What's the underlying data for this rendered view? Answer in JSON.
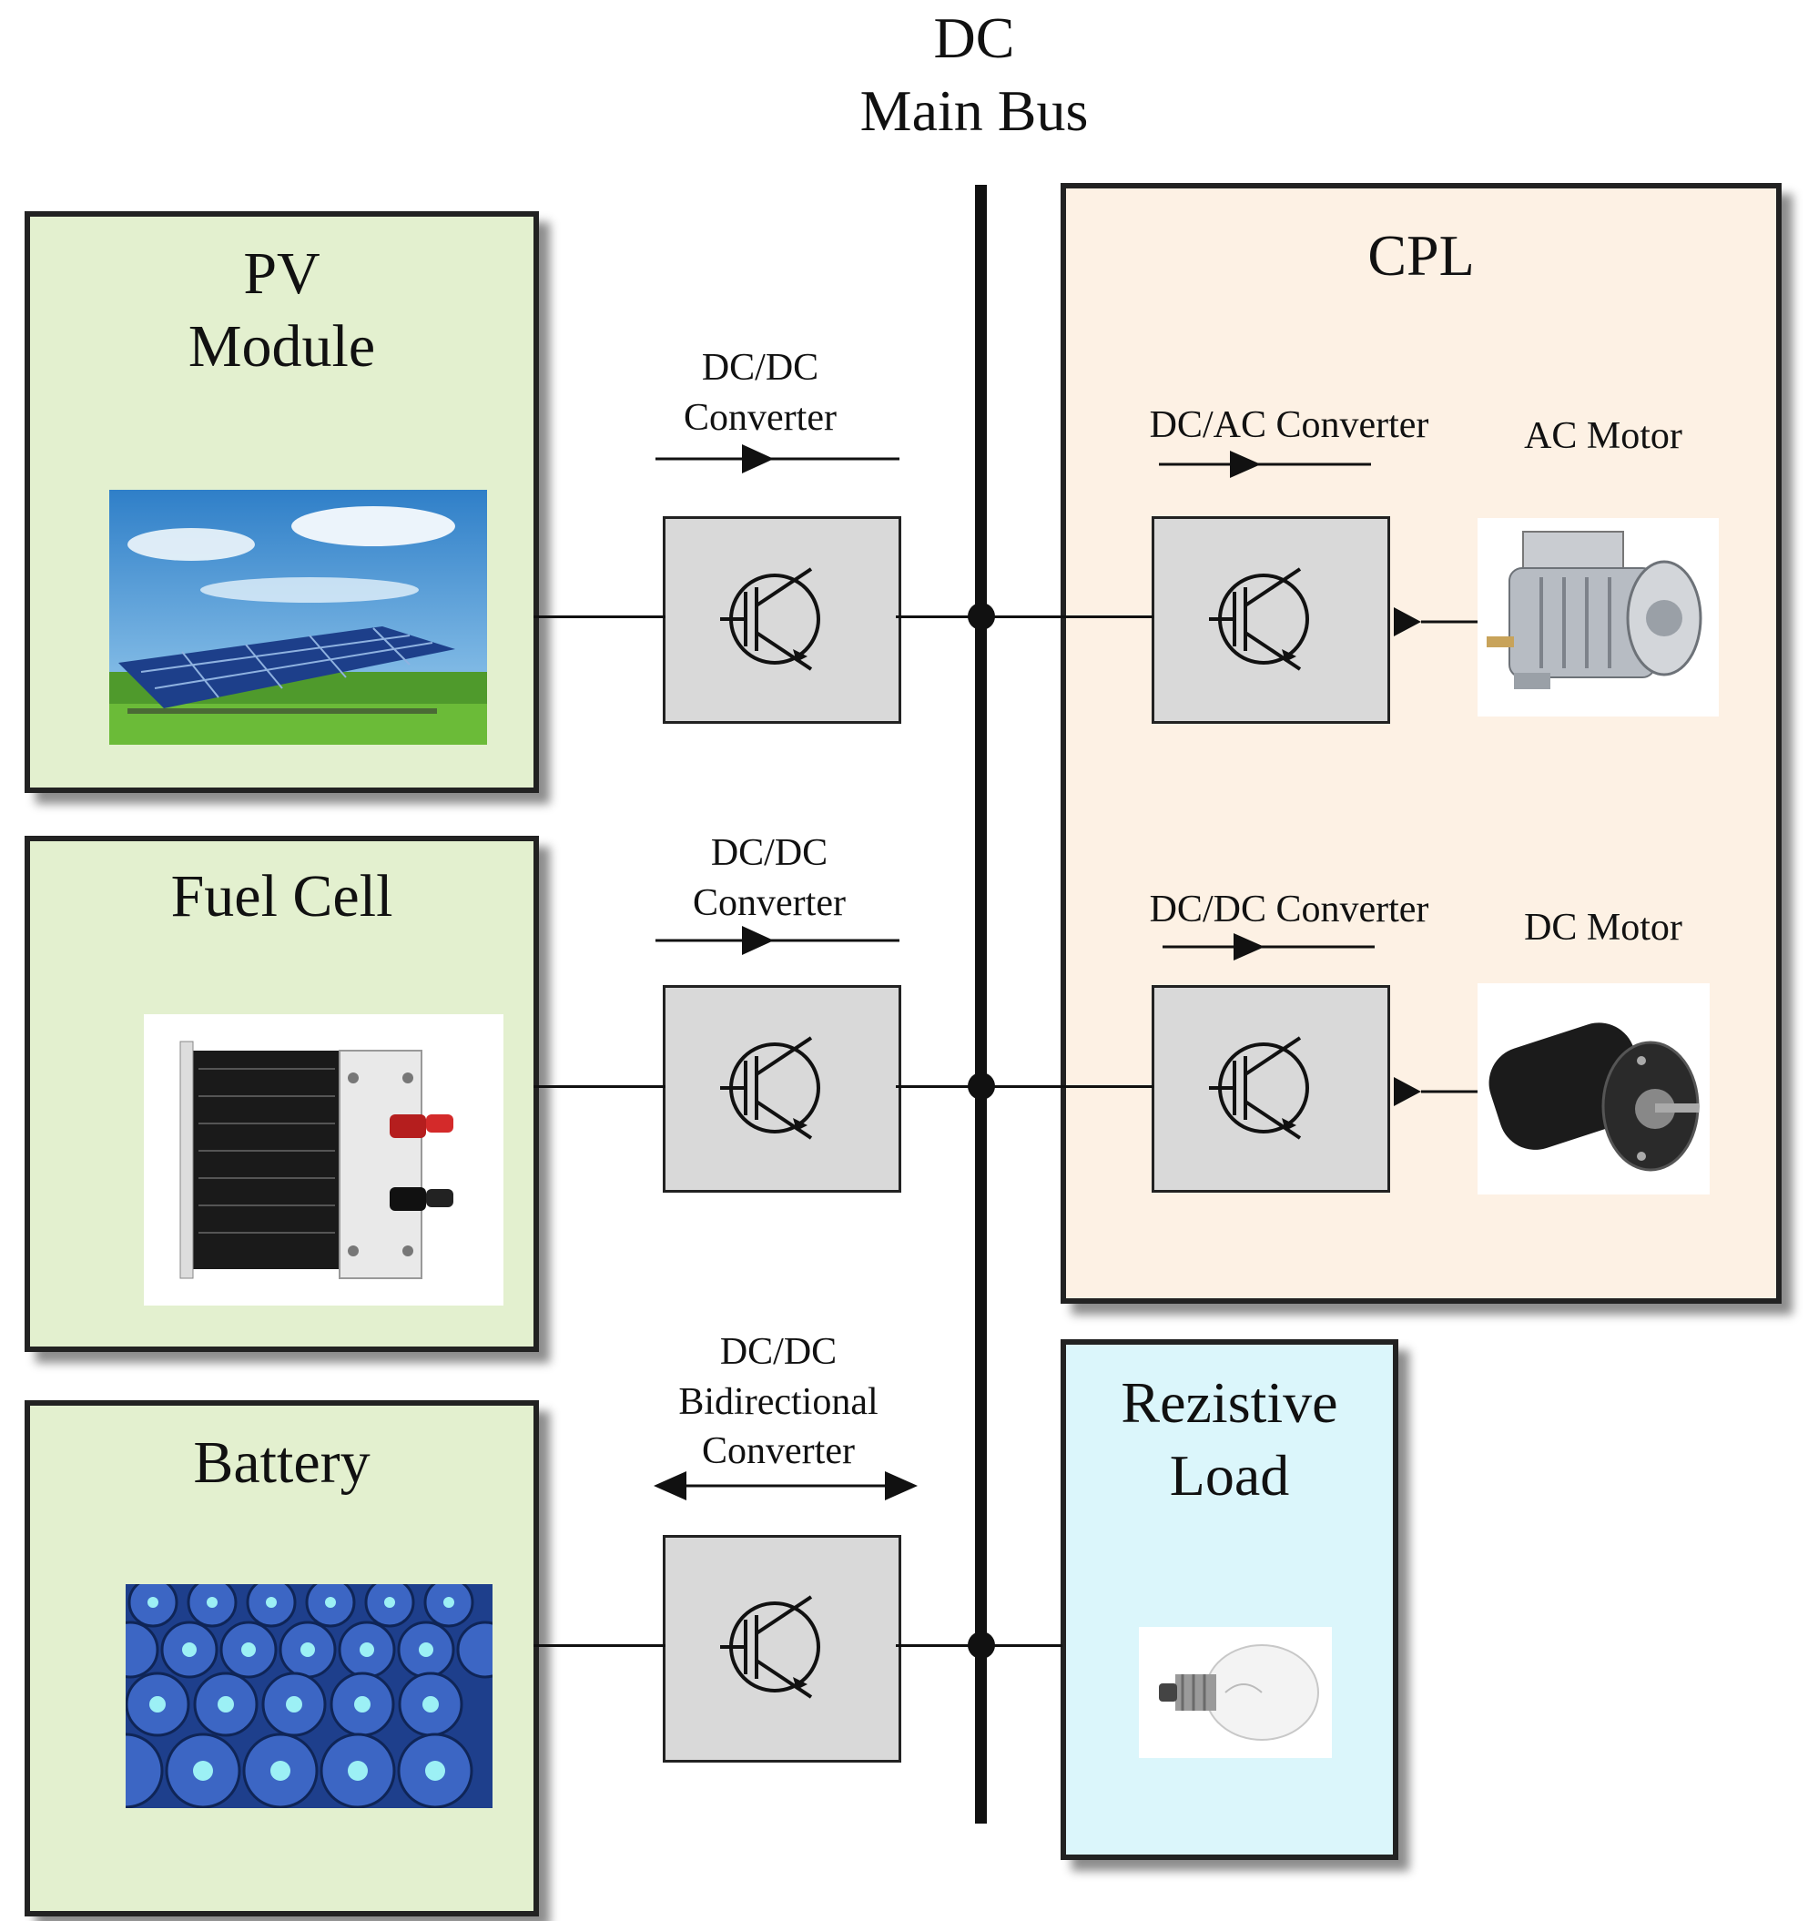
{
  "bus": {
    "title_line1": "DC",
    "title_line2": "Main Bus"
  },
  "sources": {
    "pv": {
      "line1": "PV",
      "line2": "Module"
    },
    "fuel_cell": {
      "label": "Fuel Cell"
    },
    "battery": {
      "label": "Battery"
    }
  },
  "converters": {
    "pv": {
      "line1": "DC/DC",
      "line2": "Converter"
    },
    "fuel_cell": {
      "line1": "DC/DC",
      "line2": "Converter"
    },
    "battery": {
      "line1": "DC/DC",
      "line2": "Bidirectional",
      "line3": "Converter"
    }
  },
  "cpl": {
    "title": "CPL",
    "ac_converter": "DC/AC Converter",
    "ac_motor": "AC Motor",
    "dc_converter": "DC/DC Converter",
    "dc_motor": "DC Motor"
  },
  "load": {
    "line1": "Rezistive",
    "line2": "Load"
  },
  "colors": {
    "source_fill": "#e3f0cf",
    "cpl_fill": "#fdf1e4",
    "load_fill": "#dbf6fb",
    "converter_fill": "#d9d9d9"
  }
}
